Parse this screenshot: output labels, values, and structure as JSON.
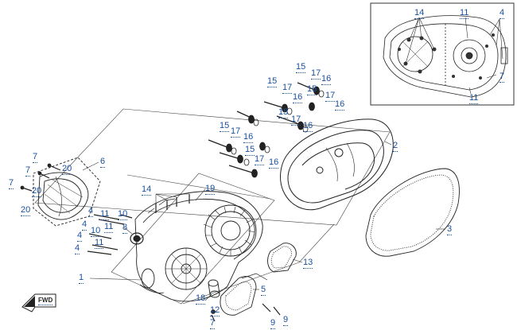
{
  "diagram": {
    "direction_marker": "FWD",
    "callouts": {
      "c1": "1",
      "c2": "2",
      "c3": "3",
      "c4": "4",
      "c5": "5",
      "c6": "6",
      "c7": "7",
      "c8": "8",
      "c9": "9",
      "c10": "10",
      "c11": "11",
      "c12": "12",
      "c13": "13",
      "c14": "14",
      "c15": "15",
      "c16": "16",
      "c17": "17",
      "c18": "18",
      "c19": "19",
      "c20": "20"
    }
  }
}
